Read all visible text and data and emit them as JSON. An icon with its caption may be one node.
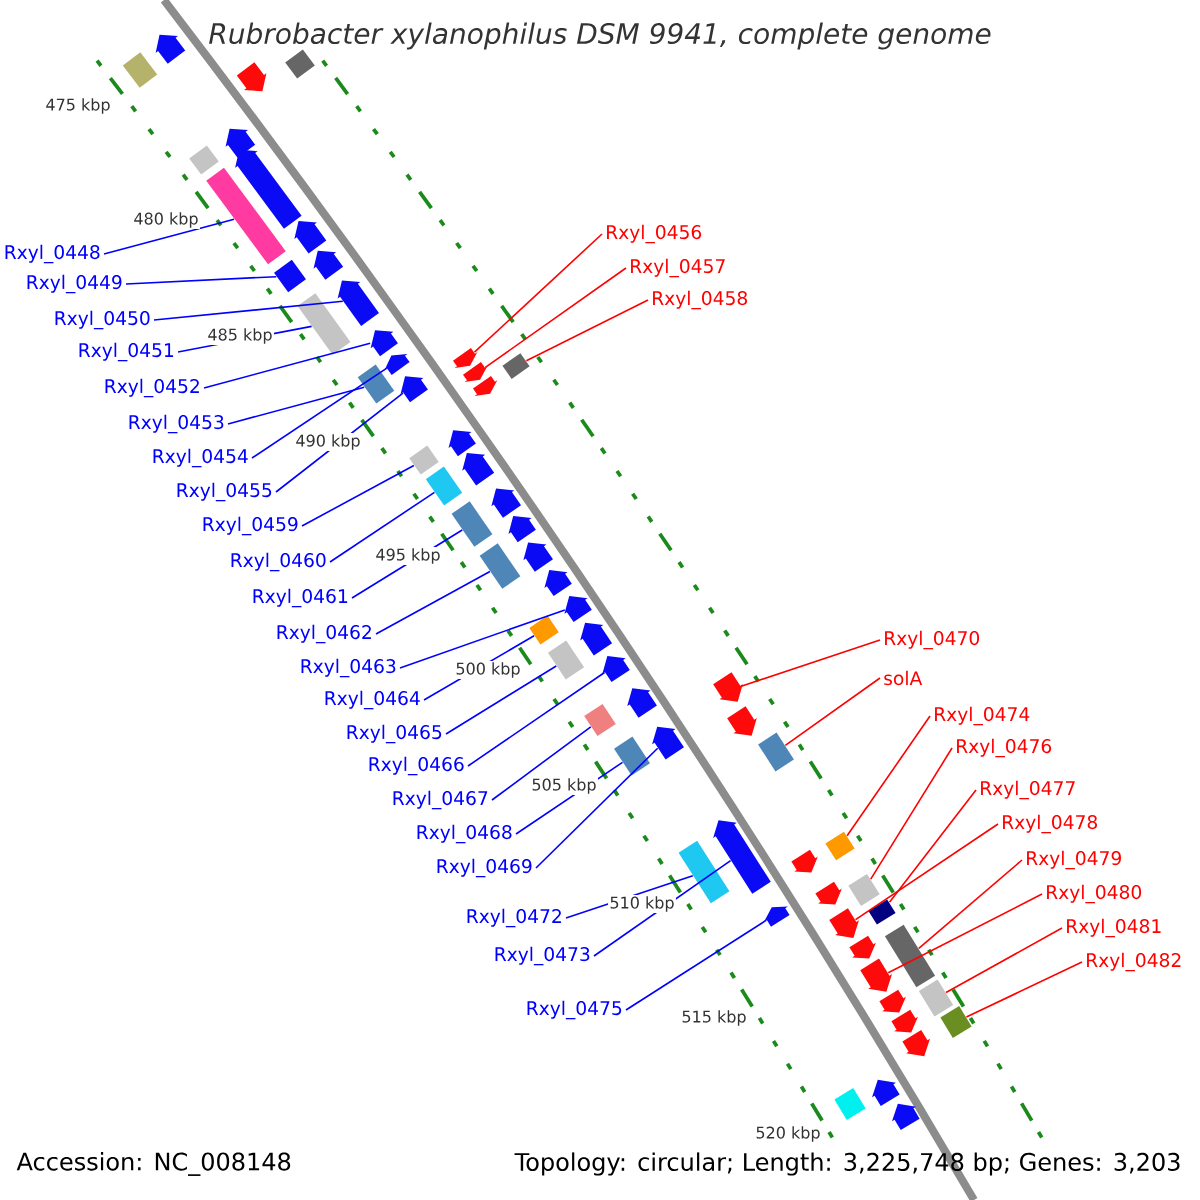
{
  "diagram": {
    "title": "Rubrobacter xylanophilus DSM 9941, complete genome",
    "nodes": [
      {
        "text": [
          "Rxyl_0456"
        ]
      },
      {
        "text": [
          "Rxyl_0448"
        ]
      },
      {
        "text": [
          "Rxyl_0457"
        ]
      },
      {
        "text": [
          "Rxyl_0449"
        ]
      },
      {
        "text": [
          "Rxyl_0458"
        ]
      },
      {
        "text": [
          "Rxyl_0450"
        ]
      },
      {
        "text": [
          "Rxyl_0451"
        ]
      },
      {
        "text": [
          "Rxyl_0452"
        ]
      },
      {
        "text": [
          "Rxyl_0453"
        ]
      },
      {
        "text": [
          "Rxyl_0454"
        ]
      },
      {
        "text": [
          "Rxyl_0455"
        ]
      },
      {
        "text": [
          "Rxyl_0459"
        ]
      },
      {
        "text": [
          "Rxyl_0460"
        ]
      },
      {
        "text": [
          "Rxyl_0461"
        ]
      },
      {
        "text": [
          "Rxyl_0462"
        ]
      },
      {
        "text": [
          "Rxyl_0470"
        ]
      },
      {
        "text": [
          "Rxyl_0463"
        ]
      },
      {
        "text": [
          "solA"
        ]
      },
      {
        "text": [
          "Rxyl_0464"
        ]
      },
      {
        "text": [
          "Rxyl_0474"
        ]
      },
      {
        "text": [
          "Rxyl_0465"
        ]
      },
      {
        "text": [
          "Rxyl_0476"
        ]
      },
      {
        "text": [
          "Rxyl_0466"
        ]
      },
      {
        "text": [
          "Rxyl_0477"
        ]
      },
      {
        "text": [
          "Rxyl_0467"
        ]
      },
      {
        "text": [
          "Rxyl_0478"
        ]
      },
      {
        "text": [
          "Rxyl_0468"
        ]
      },
      {
        "text": [
          "Rxyl_0479"
        ]
      },
      {
        "text": [
          "Rxyl_0469"
        ]
      },
      {
        "text": [
          "Rxyl_0480"
        ]
      },
      {
        "text": [
          "Rxyl_0472"
        ]
      },
      {
        "text": [
          "Rxyl_0481"
        ]
      },
      {
        "text": [
          "Rxyl_0473"
        ]
      },
      {
        "text": [
          "Rxyl_0482"
        ]
      },
      {
        "text": [
          "Rxyl_0475"
        ]
      },
      {
        "text": [],
        "shape": "pentagon"
      },
      {
        "text": [],
        "shape": "box"
      },
      {
        "text": [],
        "shape": "box"
      },
      {
        "text": [],
        "shape": "pentagon"
      },
      {
        "text": [],
        "shape": "pentagon"
      },
      {
        "text": [],
        "shape": "box"
      },
      {
        "text": [],
        "shape": "pentagon"
      },
      {
        "text": [],
        "shape": "box"
      },
      {
        "text": [],
        "shape": "pentagon"
      },
      {
        "text": [],
        "shape": "pentagon"
      },
      {
        "text": [],
        "shape": "box"
      },
      {
        "text": [],
        "shape": "pentagon"
      },
      {
        "text": [],
        "shape": "box"
      },
      {
        "text": [],
        "shape": "pentagon"
      },
      {
        "text": [],
        "shape": "pentagon"
      },
      {
        "text": [],
        "shape": "pentagon"
      },
      {
        "text": [],
        "shape": "pentagon"
      },
      {
        "text": [],
        "shape": "box"
      },
      {
        "text": [],
        "shape": "pentagon"
      },
      {
        "text": [],
        "shape": "box"
      },
      {
        "text": [],
        "shape": "pentagon"
      },
      {
        "text": [],
        "shape": "pentagon"
      },
      {
        "text": [],
        "shape": "box"
      },
      {
        "text": [],
        "shape": "pentagon"
      },
      {
        "text": [],
        "shape": "box"
      },
      {
        "text": [],
        "shape": "pentagon"
      },
      {
        "text": [],
        "shape": "box"
      },
      {
        "text": [],
        "shape": "pentagon"
      },
      {
        "text": [],
        "shape": "pentagon"
      },
      {
        "text": [],
        "shape": "box"
      },
      {
        "text": [],
        "shape": "pentagon"
      },
      {
        "text": [],
        "shape": "pentagon"
      },
      {
        "text": [],
        "shape": "box"
      },
      {
        "text": [],
        "shape": "pentagon"
      },
      {
        "text": [],
        "shape": "box"
      },
      {
        "text": [],
        "shape": "pentagon"
      },
      {
        "text": [],
        "shape": "pentagon"
      },
      {
        "text": [],
        "shape": "pentagon"
      },
      {
        "text": [],
        "shape": "box"
      },
      {
        "text": [],
        "shape": "pentagon"
      },
      {
        "text": [],
        "shape": "pentagon"
      },
      {
        "text": [],
        "shape": "box"
      },
      {
        "text": [],
        "shape": "box"
      },
      {
        "text": [],
        "shape": "box"
      },
      {
        "text": [],
        "shape": "pentagon"
      },
      {
        "text": [],
        "shape": "pentagon"
      },
      {
        "text": [],
        "shape": "box"
      },
      {
        "text": [],
        "shape": "box"
      },
      {
        "text": [],
        "shape": "pentagon"
      },
      {
        "text": [],
        "shape": "box"
      },
      {
        "text": [],
        "shape": "pentagon"
      },
      {
        "text": [],
        "shape": "pentagon"
      },
      {
        "text": [],
        "shape": "pentagon"
      },
      {
        "text": [],
        "shape": "box"
      },
      {
        "text": [],
        "shape": "pentagon"
      },
      {
        "text": [],
        "shape": "pentagon"
      },
      {
        "text": [],
        "shape": "box"
      },
      {
        "text": [],
        "shape": "pentagon"
      },
      {
        "text": [],
        "shape": "box"
      },
      {
        "text": [],
        "shape": "pentagon"
      },
      {
        "text": [],
        "shape": "pentagon"
      },
      {
        "text": [],
        "shape": "box"
      },
      {
        "text": [],
        "shape": "pentagon"
      }
    ],
    "edges": [
      {
        "from": 0,
        "to": 50,
        "arrow": "none",
        "color": "#ff0000"
      },
      {
        "from": 1,
        "to": 42,
        "arrow": "none"
      },
      {
        "from": 2,
        "to": 53,
        "arrow": "none",
        "color": "#ff0000"
      },
      {
        "from": 3,
        "to": 45,
        "arrow": "none"
      },
      {
        "from": 4,
        "to": 52,
        "arrow": "none",
        "color": "#ff0000"
      },
      {
        "from": 5,
        "to": 46,
        "arrow": "none"
      },
      {
        "from": 6,
        "to": 47,
        "arrow": "none"
      },
      {
        "from": 7,
        "to": 48,
        "arrow": "none"
      },
      {
        "from": 8,
        "to": 54,
        "arrow": "none"
      },
      {
        "from": 9,
        "to": 49,
        "arrow": "none"
      },
      {
        "from": 10,
        "to": 51,
        "arrow": "none"
      },
      {
        "from": 11,
        "to": 57,
        "arrow": "none"
      },
      {
        "from": 12,
        "to": 59,
        "arrow": "none"
      },
      {
        "from": 13,
        "to": 61,
        "arrow": "none"
      },
      {
        "from": 14,
        "to": 64,
        "arrow": "none"
      },
      {
        "from": 15,
        "to": 71,
        "arrow": "none",
        "color": "#ff0000"
      },
      {
        "from": 16,
        "to": 66,
        "arrow": "none"
      },
      {
        "from": 17,
        "to": 76,
        "arrow": "none",
        "color": "#ff0000"
      },
      {
        "from": 18,
        "to": 67,
        "arrow": "none"
      },
      {
        "from": 19,
        "to": 78,
        "arrow": "none",
        "color": "#ff0000"
      },
      {
        "from": 20,
        "to": 69,
        "arrow": "none"
      },
      {
        "from": 21,
        "to": 82,
        "arrow": "none",
        "color": "#ff0000"
      },
      {
        "from": 22,
        "to": 70,
        "arrow": "none"
      },
      {
        "from": 23,
        "to": 84,
        "arrow": "none",
        "color": "#ff0000"
      },
      {
        "from": 24,
        "to": 73,
        "arrow": "none"
      },
      {
        "from": 25,
        "to": 86,
        "arrow": "none",
        "color": "#ff0000"
      },
      {
        "from": 26,
        "to": 77,
        "arrow": "none"
      },
      {
        "from": 27,
        "to": 88,
        "arrow": "none",
        "color": "#ff0000"
      },
      {
        "from": 28,
        "to": 75,
        "arrow": "none"
      },
      {
        "from": 29,
        "to": 89,
        "arrow": "none",
        "color": "#ff0000"
      },
      {
        "from": 30,
        "to": 81,
        "arrow": "none"
      },
      {
        "from": 31,
        "to": 91,
        "arrow": "none",
        "color": "#ff0000"
      },
      {
        "from": 32,
        "to": 79,
        "arrow": "none"
      },
      {
        "from": 33,
        "to": 93,
        "arrow": "none",
        "color": "#ff0000"
      },
      {
        "from": 34,
        "to": 85,
        "arrow": "none"
      }
    ],
    "labels": [
      "475 kbp",
      "480 kbp",
      "485 kbp",
      "490 kbp",
      "495 kbp",
      "500 kbp",
      "505 kbp",
      "510 kbp",
      "515 kbp",
      "520 kbp",
      "Accession: NC_008148",
      "Topology: circular; Length: 3,225,748 bp; Genes: 3,203"
    ]
  }
}
